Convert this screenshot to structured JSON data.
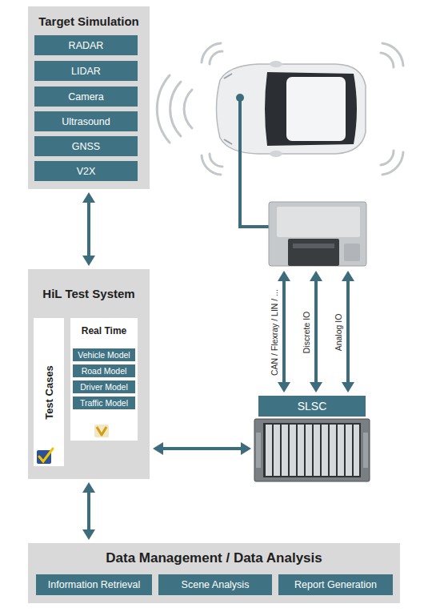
{
  "diagram": {
    "nodes": [
      {
        "text": [
          "Target Simulation"
        ]
      },
      {
        "text": [
          "RADAR"
        ],
        "in": 0
      },
      {
        "text": [
          "LIDAR"
        ],
        "in": 0
      },
      {
        "text": [
          "Camera"
        ],
        "in": 0
      },
      {
        "text": [
          "Ultrasound"
        ],
        "in": 0
      },
      {
        "text": [
          "GNSS"
        ],
        "in": 0
      },
      {
        "text": [
          "V2X"
        ],
        "in": 0
      },
      {
        "text": [
          "HiL Test System"
        ]
      },
      {
        "text": [
          "Test Cases"
        ],
        "in": 7
      },
      {
        "text": [
          "Real Time"
        ],
        "in": 7
      },
      {
        "text": [
          "Vehicle Model"
        ],
        "in": 9
      },
      {
        "text": [
          "Road Model"
        ],
        "in": 9
      },
      {
        "text": [
          "Driver Model"
        ],
        "in": 9
      },
      {
        "text": [
          "Traffic Model"
        ],
        "in": 9
      },
      {
        "text": [
          "SLSC"
        ]
      },
      {
        "text": [
          "Data Management / Data Analysis"
        ]
      },
      {
        "text": [
          "Information Retrieval"
        ],
        "in": 15
      },
      {
        "text": [
          "Scene Analysis"
        ],
        "in": 15
      },
      {
        "text": [
          "Report Generation"
        ],
        "in": 15
      }
    ],
    "edges": [
      {
        "from": 0,
        "to": 7,
        "arrow": "both"
      },
      {
        "from": 7,
        "to": 14,
        "arrow": "both"
      },
      {
        "from": 7,
        "to": 15,
        "arrow": "both"
      }
    ],
    "labels": [
      "CAN / Flexray / LIN / ...",
      "Discrete IO",
      "Analog IO"
    ]
  }
}
